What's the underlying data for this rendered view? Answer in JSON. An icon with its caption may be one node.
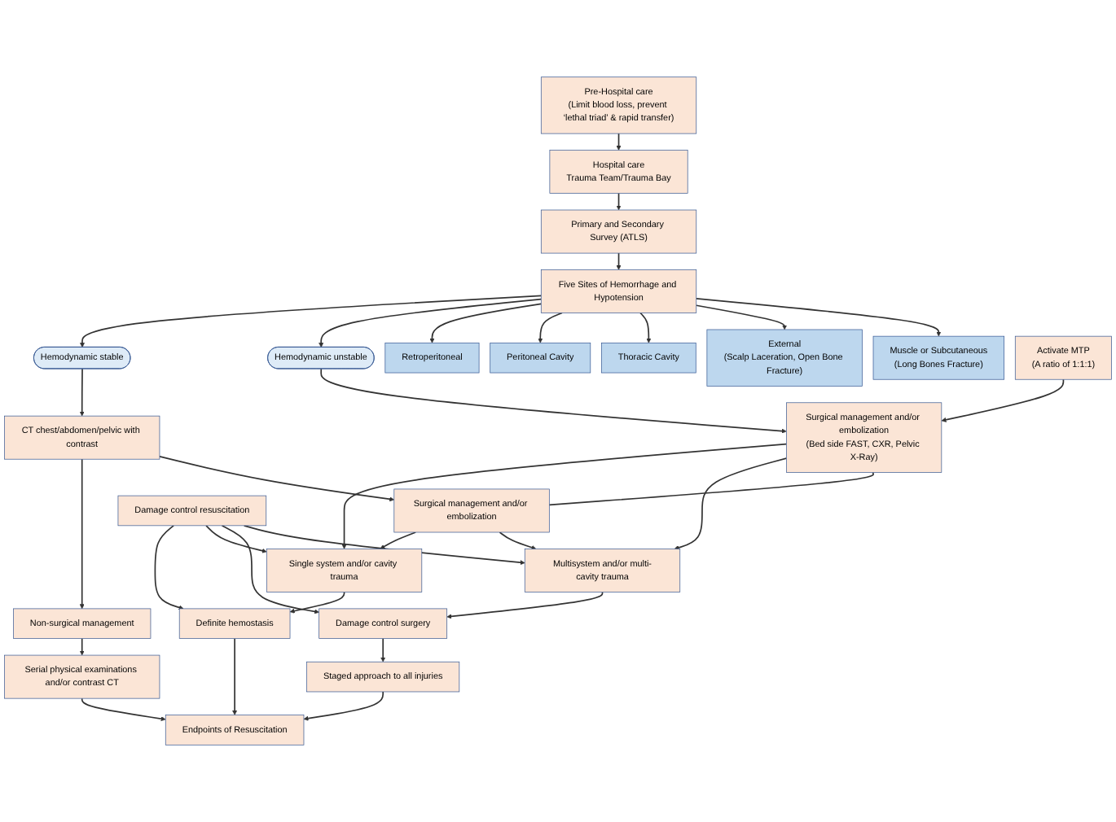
{
  "diagram": {
    "nodes": [
      {
        "text": [
          "Pre-Hospital care",
          "(Limit blood loss, prevent ‘lethal triad’ & rapid transfer)"
        ]
      },
      {
        "text": [
          "Hospital care",
          "Trauma Team/Trauma Bay"
        ]
      },
      {
        "text": [
          "Thoracic Cavity"
        ]
      },
      {
        "text": [
          "Primary and Secondary Survey (ATLS)"
        ]
      },
      {
        "text": [
          "Muscle or Subcutaneous",
          "(Long Bones Fracture)"
        ]
      },
      {
        "text": [
          "Peritoneal Cavity"
        ]
      },
      {
        "text": [
          "External",
          "(Scalp Laceration, Open Bone Fracture)"
        ]
      },
      {
        "text": [
          "Five Sites of Hemorrhage and Hypotension"
        ]
      },
      {
        "text": [
          "Retroperitoneal"
        ]
      },
      {
        "text": [
          "Hemodynamic unstable"
        ]
      },
      {
        "text": [
          "Hemodynamic stable"
        ]
      },
      {
        "text": [
          "Activate MTP",
          "(A ratio of 1:1:1)"
        ]
      },
      {
        "text": [
          "Surgical management and/or embolization",
          "(Bed side FAST, CXR, Pelvic X-Ray)"
        ]
      },
      {
        "text": [
          "Surgical management and/or embolization"
        ]
      },
      {
        "text": [
          "CT chest/abdomen/pelvic with contrast"
        ]
      },
      {
        "text": [
          "Non-surgical management"
        ]
      },
      {
        "text": [
          "Multisystem and/or multi-cavity trauma"
        ]
      },
      {
        "text": [
          "Single system and/or cavity trauma"
        ]
      },
      {
        "text": [
          "Damage control resuscitation"
        ]
      },
      {
        "text": [
          "Serial physical examinations and/or contrast CT"
        ]
      },
      {
        "text": [
          "Damage control surgery"
        ]
      },
      {
        "text": [
          "Definite hemostasis"
        ]
      },
      {
        "text": [
          "Staged approach to all injuries"
        ]
      },
      {
        "text": [
          "Endpoints of Resuscitation"
        ]
      }
    ],
    "edges": [
      {
        "from": 0,
        "to": 1,
        "arrow": "to"
      },
      {
        "from": 1,
        "to": 3,
        "arrow": "to"
      },
      {
        "from": 3,
        "to": 7,
        "arrow": "to"
      },
      {
        "from": 7,
        "to": 4,
        "arrow": "to"
      },
      {
        "from": 7,
        "to": 6,
        "arrow": "to"
      },
      {
        "from": 7,
        "to": 2,
        "arrow": "to"
      },
      {
        "from": 7,
        "to": 5,
        "arrow": "to"
      },
      {
        "from": 7,
        "to": 8,
        "arrow": "to"
      },
      {
        "from": 7,
        "to": 9,
        "arrow": "to"
      },
      {
        "from": 7,
        "to": 10,
        "arrow": "to"
      },
      {
        "from": 9,
        "to": 12,
        "arrow": "to"
      },
      {
        "from": 11,
        "to": 12,
        "arrow": "to"
      },
      {
        "from": 12,
        "to": 13,
        "arrow": "none"
      },
      {
        "from": 10,
        "to": 14,
        "arrow": "to"
      },
      {
        "from": 14,
        "to": 13,
        "arrow": "to"
      },
      {
        "from": 14,
        "to": 15,
        "arrow": "to"
      },
      {
        "from": 15,
        "to": 19,
        "arrow": "to"
      },
      {
        "from": 12,
        "to": 16,
        "arrow": "to"
      },
      {
        "from": 12,
        "to": 17,
        "arrow": "to"
      },
      {
        "from": 13,
        "to": 16,
        "arrow": "to"
      },
      {
        "from": 13,
        "to": 17,
        "arrow": "to"
      },
      {
        "from": 18,
        "to": 16,
        "arrow": "to"
      },
      {
        "from": 18,
        "to": 20,
        "arrow": "to"
      },
      {
        "from": 18,
        "to": 17,
        "arrow": "to"
      },
      {
        "from": 18,
        "to": 21,
        "arrow": "to"
      },
      {
        "from": 16,
        "to": 20,
        "arrow": "to"
      },
      {
        "from": 17,
        "to": 21,
        "arrow": "to"
      },
      {
        "from": 20,
        "to": 22,
        "arrow": "to"
      },
      {
        "from": 22,
        "to": 23,
        "arrow": "to"
      },
      {
        "from": 21,
        "to": 23,
        "arrow": "to"
      },
      {
        "from": 19,
        "to": 23,
        "arrow": "to"
      }
    ]
  }
}
